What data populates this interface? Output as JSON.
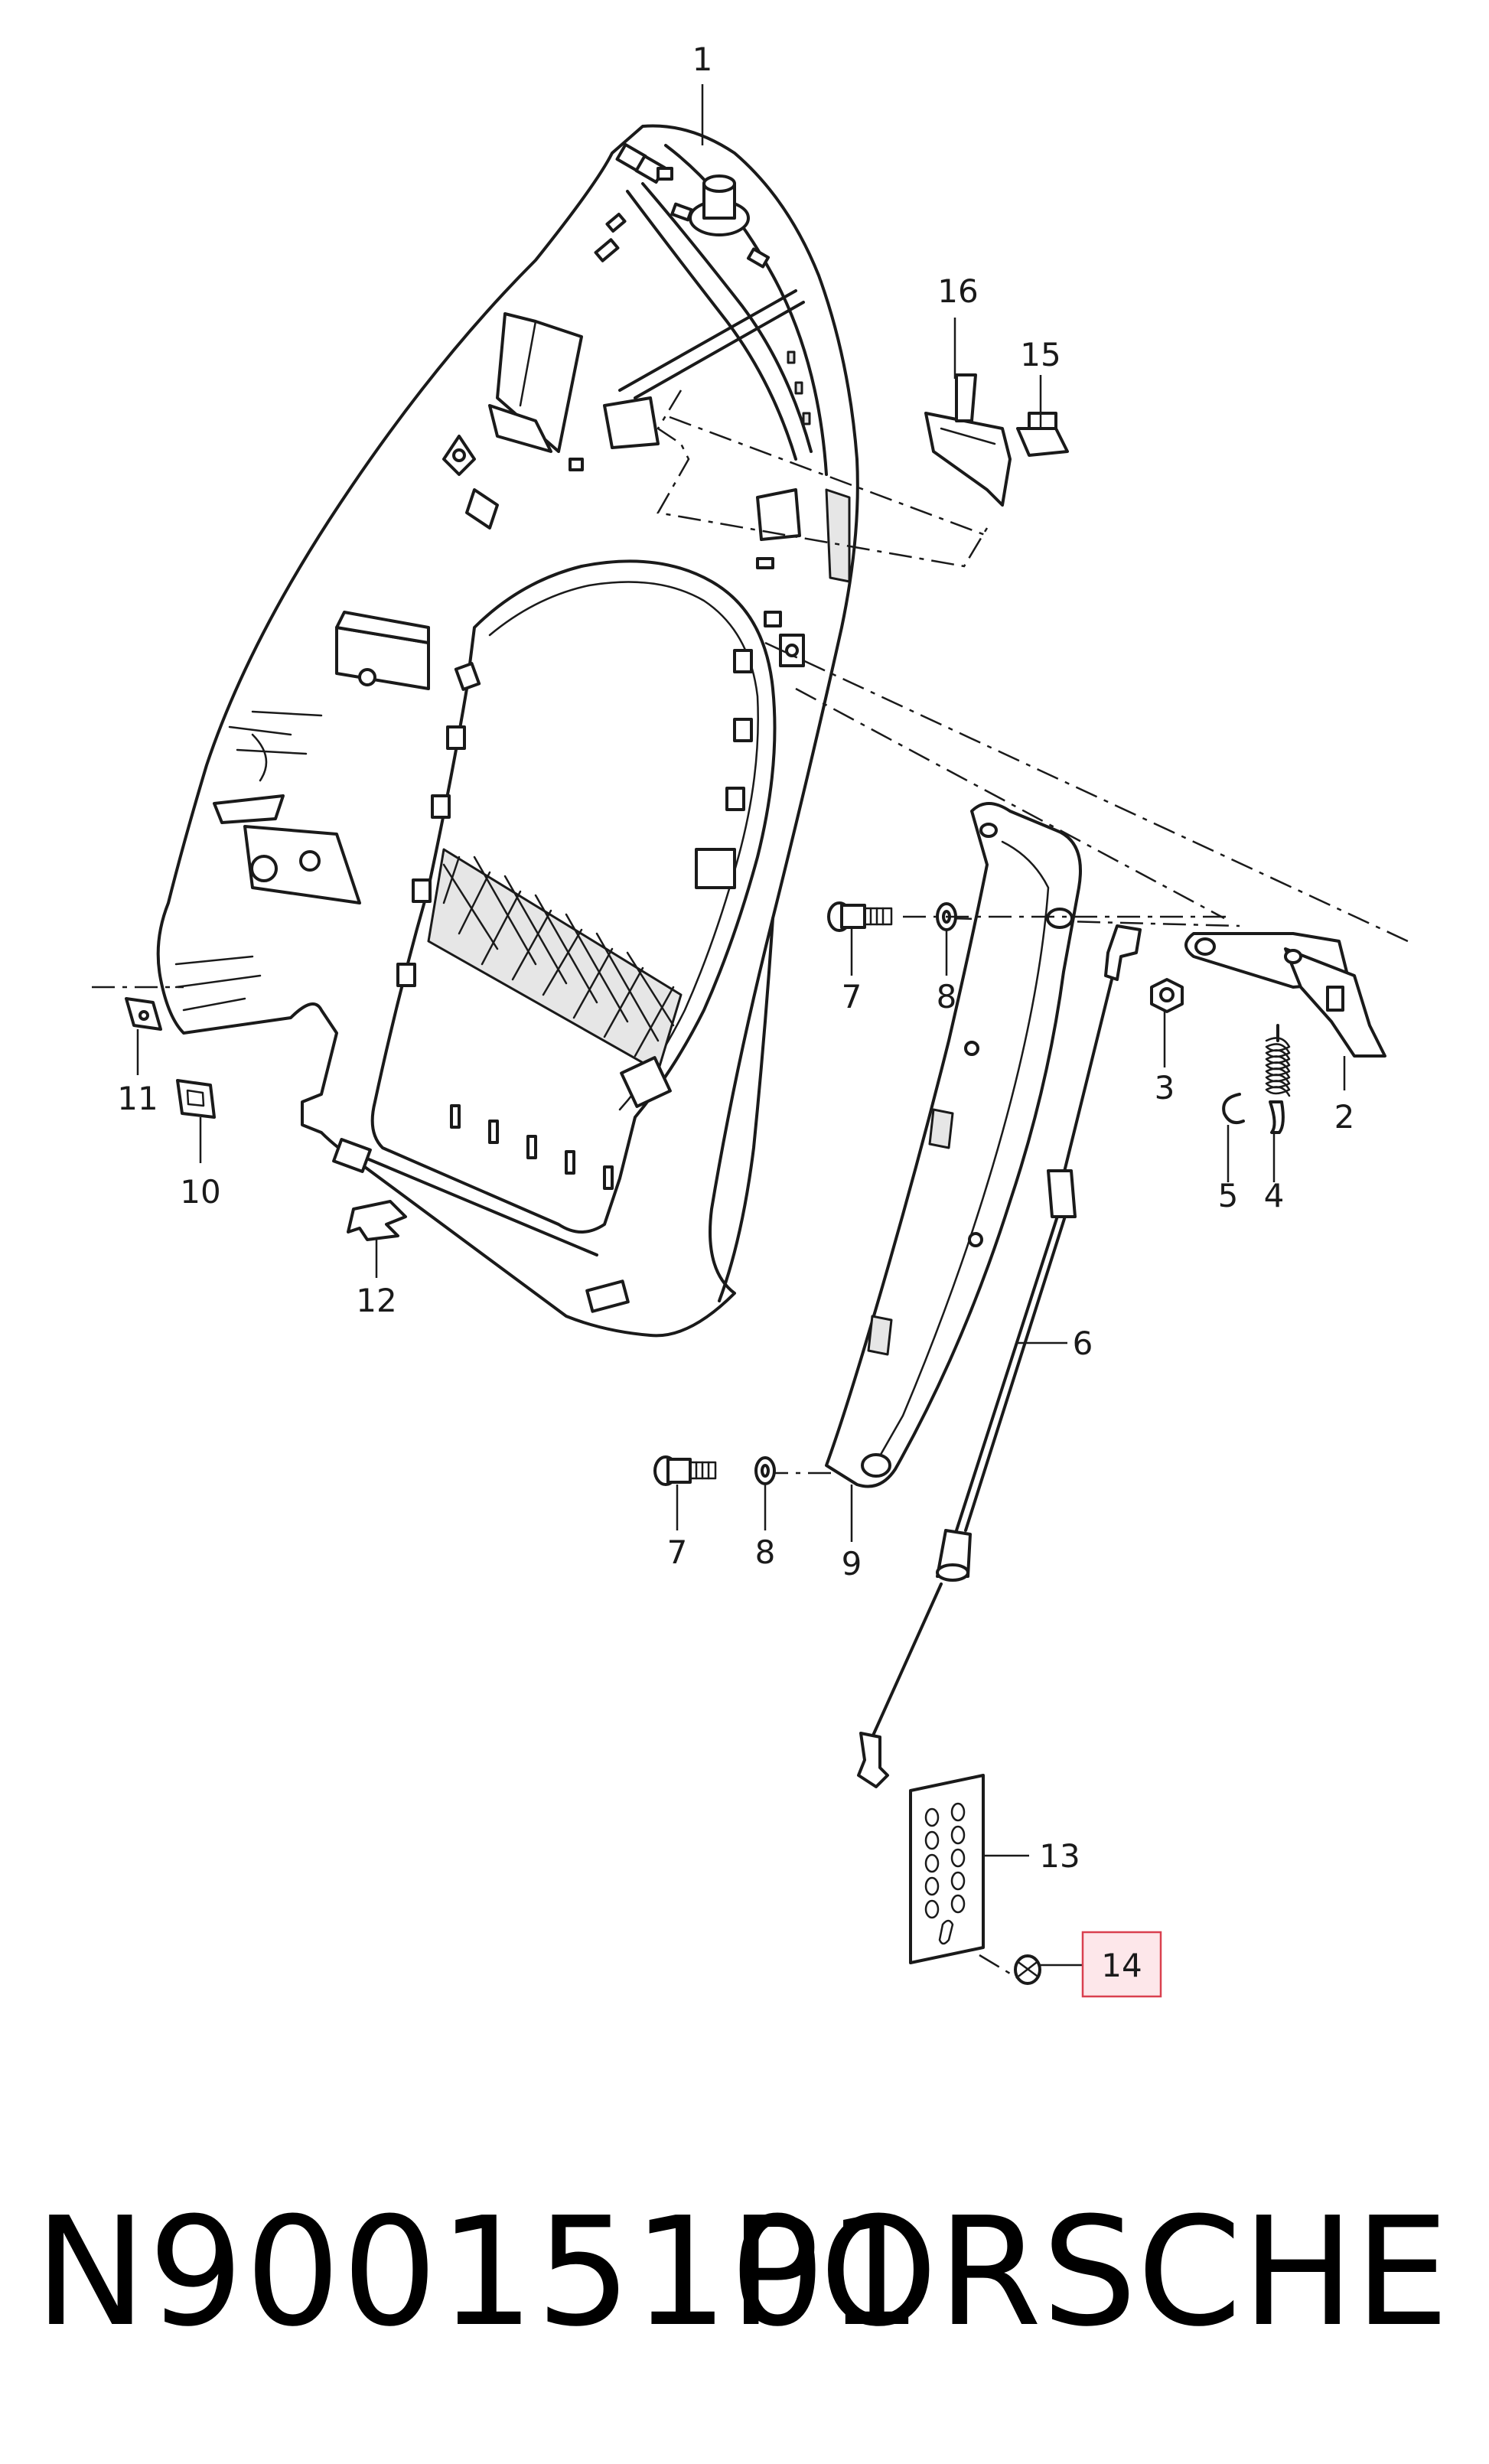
{
  "diagram": {
    "callouts": {
      "c1": "1",
      "c2": "2",
      "c3": "3",
      "c4": "4",
      "c5": "5",
      "c6": "6",
      "c7a": "7",
      "c7b": "7",
      "c8a": "8",
      "c8b": "8",
      "c9": "9",
      "c10": "10",
      "c11": "11",
      "c12": "12",
      "c13": "13",
      "c14": "14",
      "c15": "15",
      "c16": "16"
    },
    "highlighted_part": "14",
    "highlight_color": "#d9404f",
    "highlight_fill": "#fde7ea"
  },
  "footer": {
    "part_number": "N90015101",
    "brand": "PORSCHE"
  }
}
